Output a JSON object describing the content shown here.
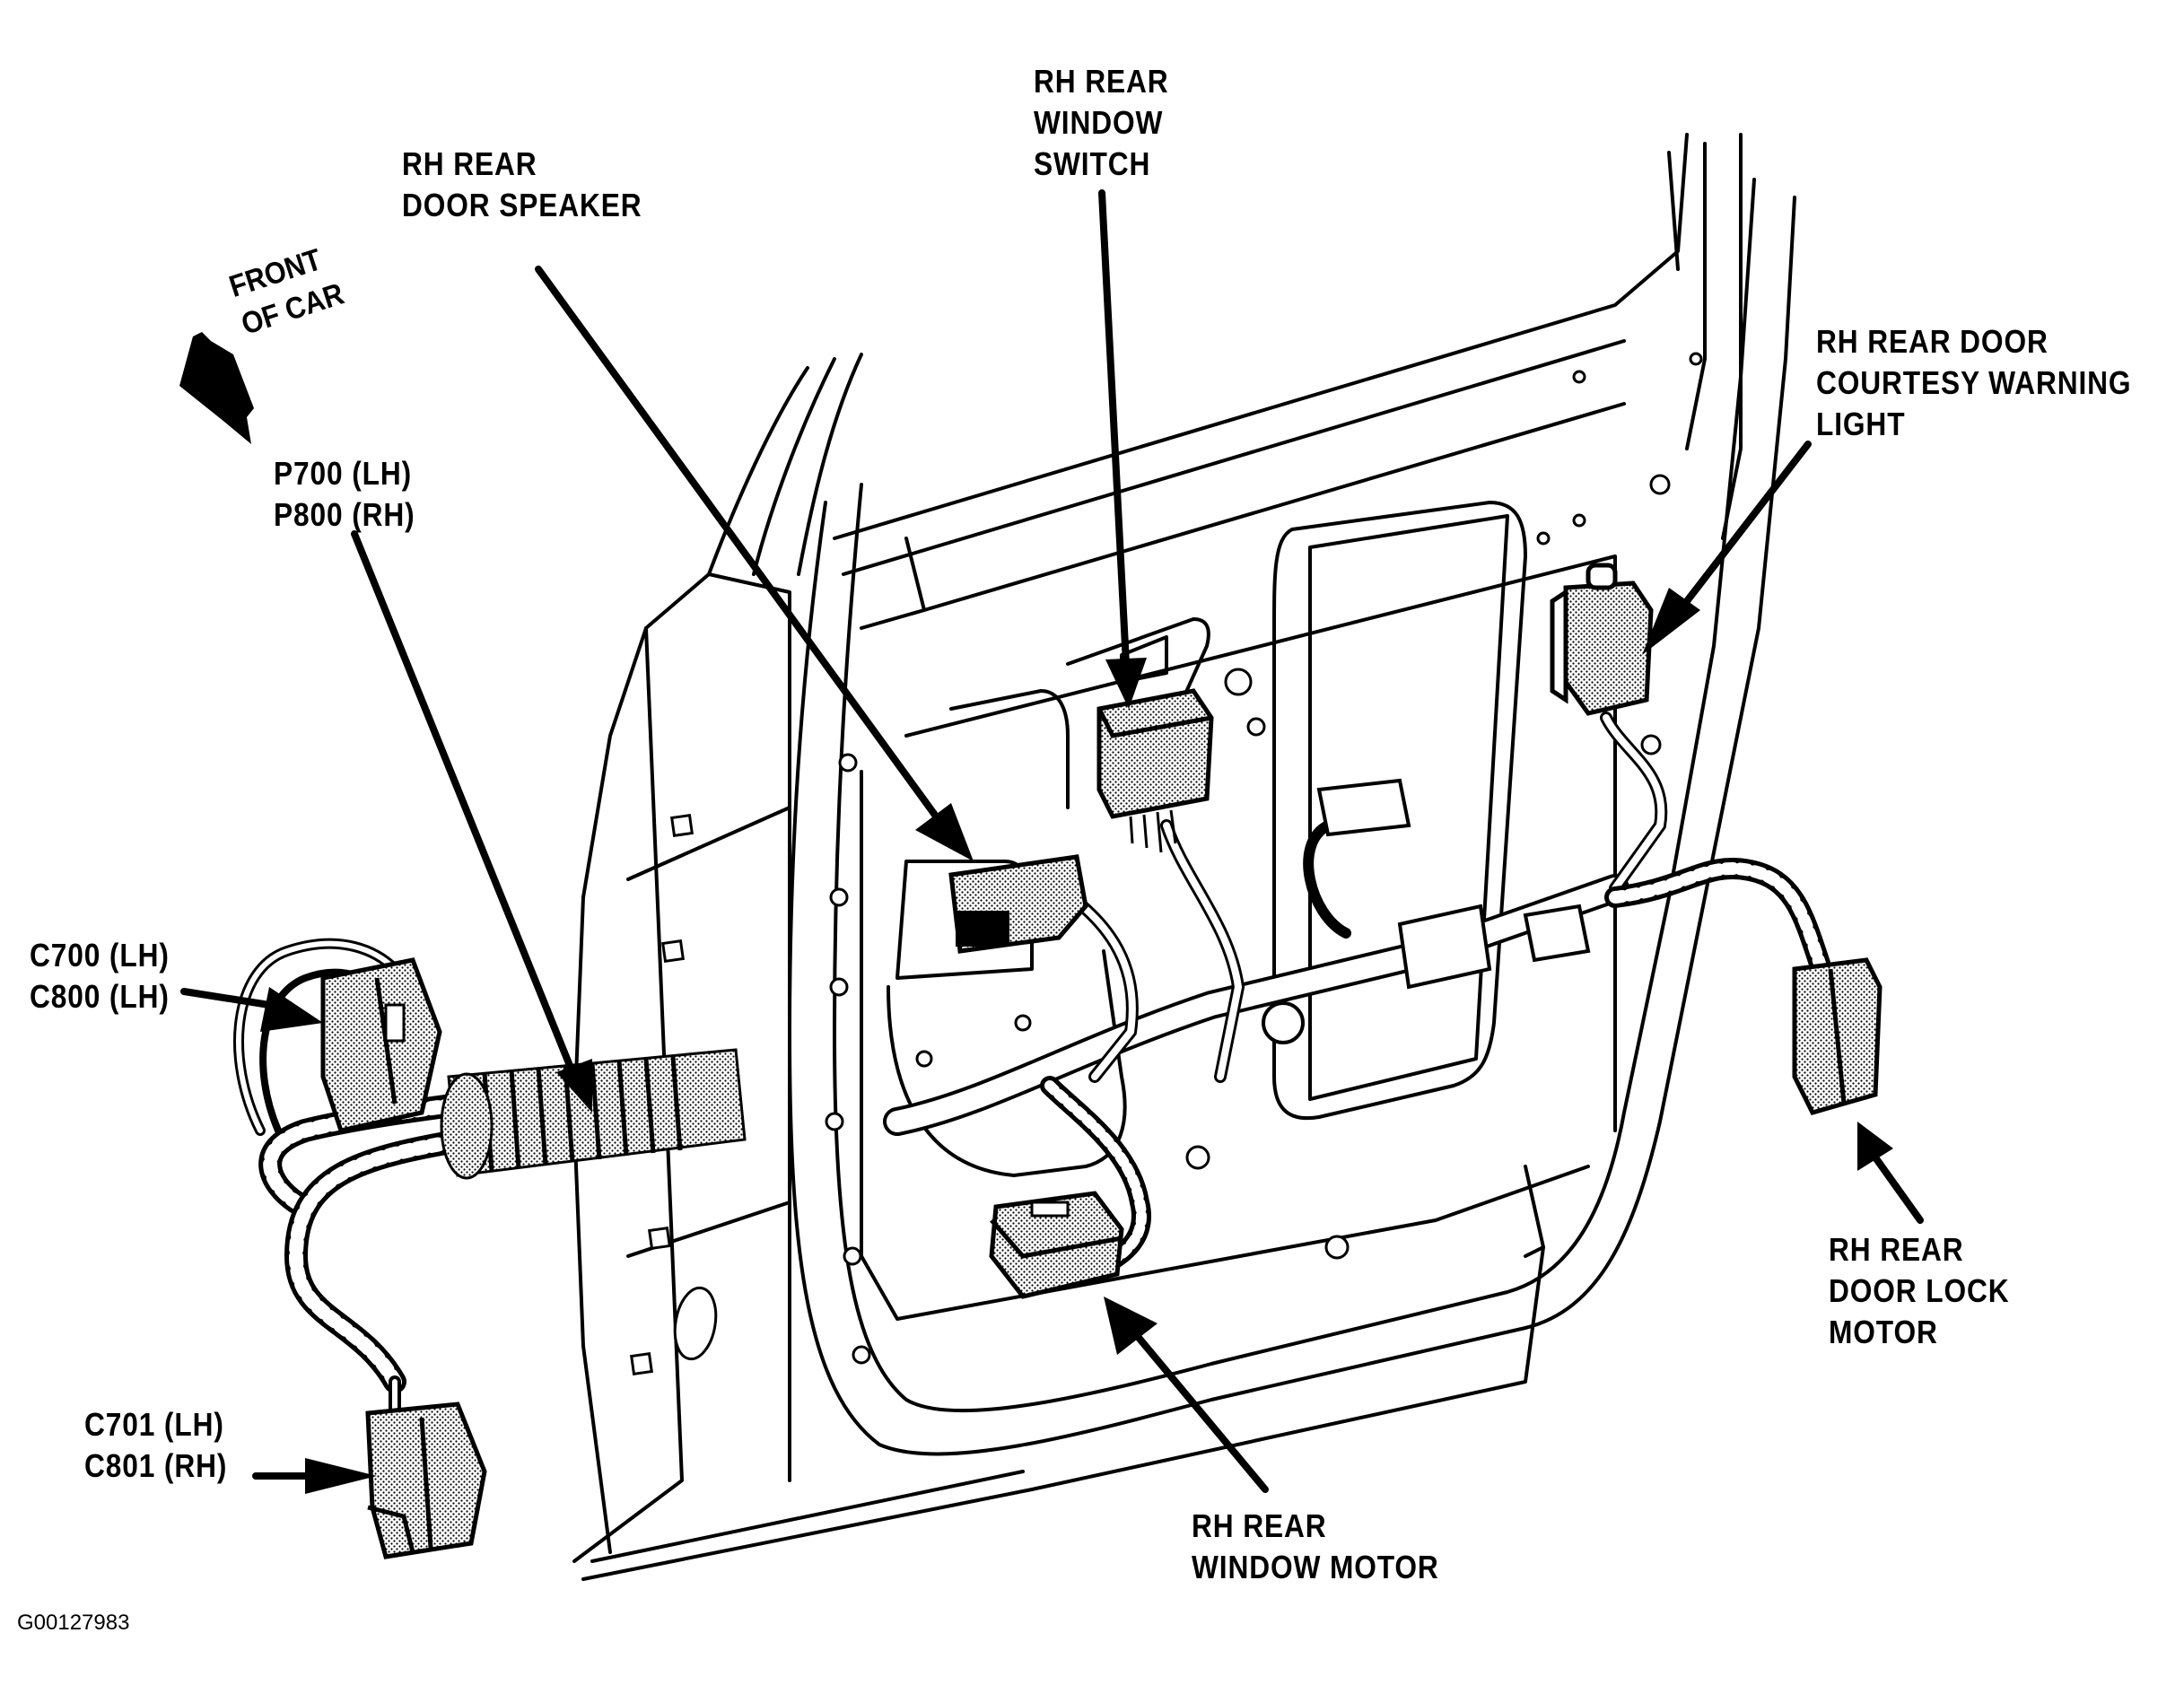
{
  "figure_id": "G00127983",
  "orientation": {
    "arrow_icon": "arrow-left-icon",
    "lines": [
      "FRONT",
      "OF CAR"
    ]
  },
  "callouts": {
    "door_speaker": [
      "RH REAR",
      "DOOR SPEAKER"
    ],
    "window_switch": [
      "RH REAR",
      "WINDOW",
      "SWITCH"
    ],
    "grommet_connector": [
      "P700 (LH)",
      "P800 (RH)"
    ],
    "courtesy_light": [
      "RH REAR DOOR",
      "COURTESY WARNING",
      "LIGHT"
    ],
    "connector_c700": [
      "C700 (LH)",
      "C800 (LH)"
    ],
    "connector_c701": [
      "C701 (LH)",
      "C801 (RH)"
    ],
    "window_motor": [
      "RH REAR",
      "WINDOW MOTOR"
    ],
    "door_lock_motor": [
      "RH REAR",
      "DOOR LOCK",
      "MOTOR"
    ]
  },
  "colors": {
    "line": "#000000",
    "background": "#ffffff",
    "component_fill": "#c8c8c8"
  }
}
